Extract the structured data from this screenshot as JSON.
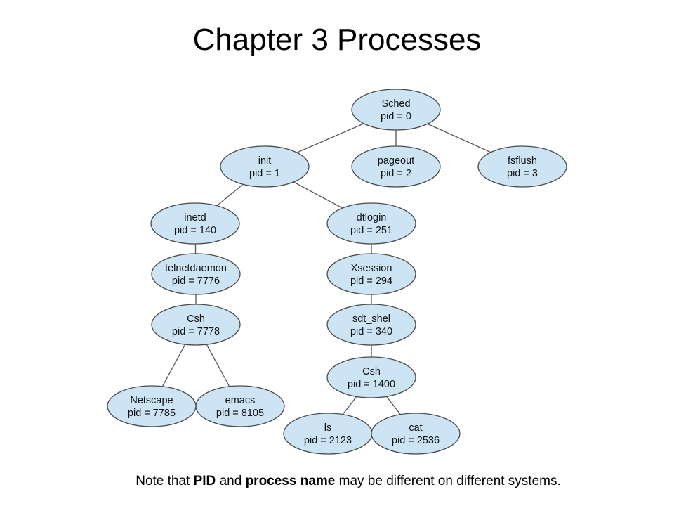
{
  "slide": {
    "title": "Chapter 3 Processes"
  },
  "tree": {
    "node_fill": "#cce4f4",
    "node_stroke": "#4a4a4a",
    "edge_color": "#555555",
    "nodes": [
      {
        "id": "sched",
        "name": "Sched",
        "pid": "pid = 0"
      },
      {
        "id": "init",
        "name": "init",
        "pid": "pid = 1"
      },
      {
        "id": "pageout",
        "name": "pageout",
        "pid": "pid = 2"
      },
      {
        "id": "fsflush",
        "name": "fsflush",
        "pid": "pid = 3"
      },
      {
        "id": "inetd",
        "name": "inetd",
        "pid": "pid = 140"
      },
      {
        "id": "dtlogin",
        "name": "dtlogin",
        "pid": "pid = 251"
      },
      {
        "id": "telnet",
        "name": "telnetdaemon",
        "pid": "pid = 7776"
      },
      {
        "id": "xsess",
        "name": "Xsession",
        "pid": "pid = 294"
      },
      {
        "id": "csh1",
        "name": "Csh",
        "pid": "pid = 7778"
      },
      {
        "id": "sdt",
        "name": "sdt_shel",
        "pid": "pid = 340"
      },
      {
        "id": "csh2",
        "name": "Csh",
        "pid": "pid = 1400"
      },
      {
        "id": "netscape",
        "name": "Netscape",
        "pid": "pid = 7785"
      },
      {
        "id": "emacs",
        "name": "emacs",
        "pid": "pid = 8105"
      },
      {
        "id": "ls",
        "name": "ls",
        "pid": "pid = 2123"
      },
      {
        "id": "cat",
        "name": "cat",
        "pid": "pid = 2536"
      }
    ],
    "edges": [
      [
        "sched",
        "init"
      ],
      [
        "sched",
        "pageout"
      ],
      [
        "sched",
        "fsflush"
      ],
      [
        "init",
        "inetd"
      ],
      [
        "init",
        "dtlogin"
      ],
      [
        "inetd",
        "telnet"
      ],
      [
        "telnet",
        "csh1"
      ],
      [
        "csh1",
        "netscape"
      ],
      [
        "csh1",
        "emacs"
      ],
      [
        "dtlogin",
        "xsess"
      ],
      [
        "xsess",
        "sdt"
      ],
      [
        "sdt",
        "csh2"
      ],
      [
        "csh2",
        "ls"
      ],
      [
        "csh2",
        "cat"
      ]
    ]
  },
  "note": {
    "part1": "Note that ",
    "bold1": "PID",
    "part2": " and ",
    "bold2": "process name",
    "part3": " may be different on different systems."
  }
}
